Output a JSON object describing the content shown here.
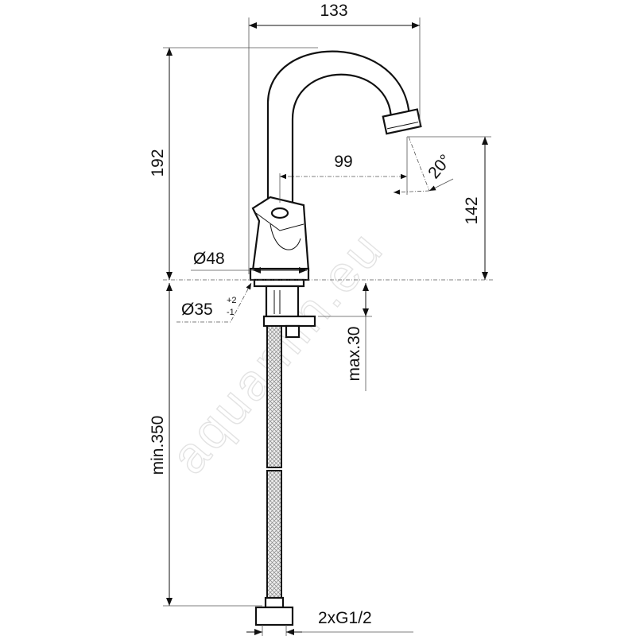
{
  "drawing": {
    "dimensions": {
      "width_total": "133",
      "height_spout": "192",
      "outlet_height": "142",
      "reach": "99",
      "angle": "20°",
      "body_diameter": "Ø48",
      "hole_diameter": "Ø35",
      "hole_tol_plus": "+2",
      "hole_tol_minus": "-1",
      "max_thickness": "max.30",
      "hose_length": "min.350",
      "connection": "2xG1/2"
    },
    "watermark": "aquamin.eu"
  }
}
